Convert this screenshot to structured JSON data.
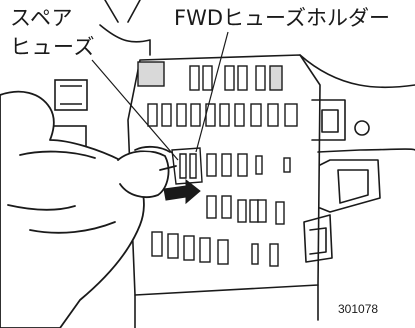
{
  "labels": {
    "spare_fuse_line1": "スペア",
    "spare_fuse_line2": "ヒューズ",
    "fwd_fuse_holder": "FWDヒューズホルダー",
    "figure_code": "301078"
  },
  "colors": {
    "line": "#1a1a1a",
    "fill_light": "#ffffff",
    "fill_shade": "#d9d9d9",
    "arrow": "#1a1a1a"
  },
  "icons": {
    "arrow": "right-arrow-icon",
    "hand": "hand-illustration"
  }
}
